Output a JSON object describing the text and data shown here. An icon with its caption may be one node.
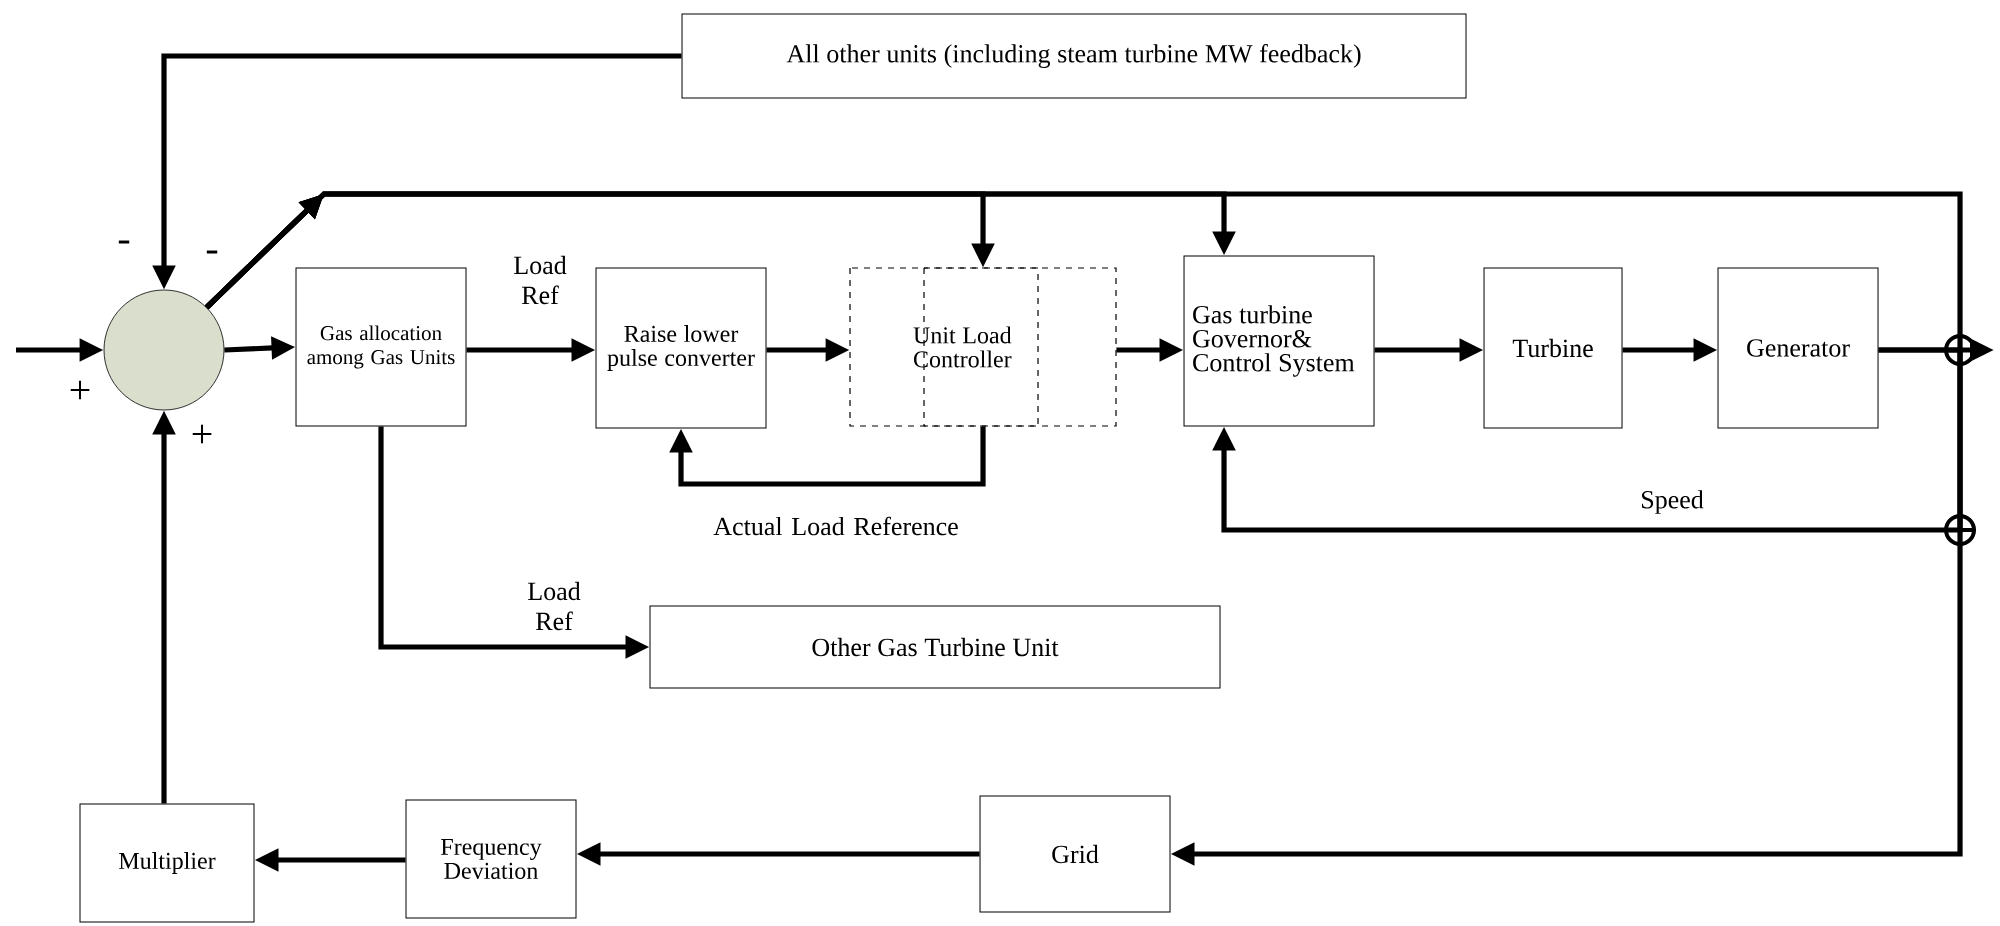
{
  "diagram": {
    "nodes": [
      {
        "text": [
          "All other units (including steam turbine MW feedback)"
        ]
      },
      {
        "text": [],
        "shape": "circle"
      },
      {
        "text": [
          "Gas allocation among Gas Units"
        ]
      },
      {
        "text": [
          "Raise lower pulse converter"
        ]
      },
      {
        "text": [
          "Unit Load Controller"
        ]
      },
      {
        "text": [
          "Gas turbine Governor& Control System"
        ]
      },
      {
        "text": [
          "Turbine"
        ]
      },
      {
        "text": [
          "Generator"
        ]
      },
      {
        "text": [
          "Other Gas Turbine Unit"
        ]
      },
      {
        "text": [
          "Grid"
        ]
      },
      {
        "text": [
          "Frequency Deviation"
        ]
      },
      {
        "text": [
          "Multiplier"
        ]
      }
    ],
    "edges": [
      {
        "from": null,
        "to": 1,
        "arrow": "to"
      },
      {
        "from": 0,
        "to": 1,
        "arrow": "to"
      },
      {
        "from": 1,
        "to": 2,
        "arrow": "to"
      },
      {
        "from": 2,
        "to": 3,
        "arrow": "to",
        "label": "Load Ref"
      },
      {
        "from": 3,
        "to": 4,
        "arrow": "to"
      },
      {
        "from": 4,
        "to": 5,
        "arrow": "to"
      },
      {
        "from": 5,
        "to": 6,
        "arrow": "to"
      },
      {
        "from": 6,
        "to": 7,
        "arrow": "to"
      },
      {
        "from": 7,
        "to": null,
        "arrow": "to"
      },
      {
        "from": 4,
        "to": 3,
        "arrow": "to",
        "label": "Actual Load Reference"
      },
      {
        "from": 2,
        "to": 8,
        "arrow": "to",
        "label": "Load Ref"
      },
      {
        "from": 1,
        "to": 4,
        "arrow": "to"
      },
      {
        "from": 1,
        "to": 5,
        "arrow": "to"
      },
      {
        "from": 1,
        "to": 9,
        "arrow": "to"
      },
      {
        "from": 7,
        "to": 5,
        "arrow": "to",
        "label": "Speed"
      },
      {
        "from": 9,
        "to": 10,
        "arrow": "to"
      },
      {
        "from": 10,
        "to": 11,
        "arrow": "to"
      },
      {
        "from": 11,
        "to": 1,
        "arrow": "to"
      }
    ],
    "labels": [
      "-",
      "-",
      "+",
      "+"
    ]
  }
}
